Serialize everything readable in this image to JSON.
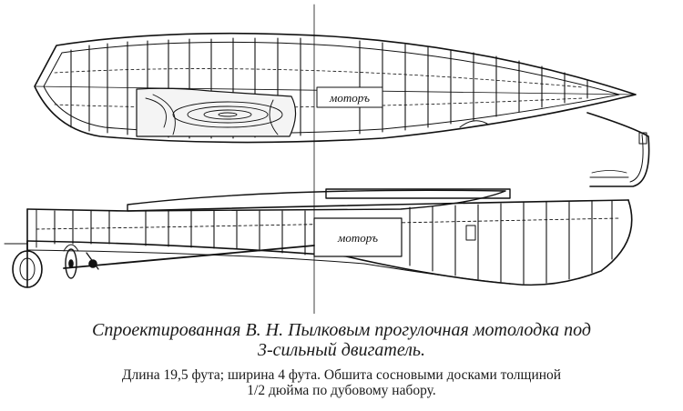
{
  "labels": {
    "motor_top": "моторъ",
    "motor_side": "моторъ"
  },
  "caption": {
    "title_line1": "Спроектированная В. Н. Пылковым прогулочная мотолодка под",
    "title_line2": "3-сильный двигатель.",
    "desc_line1": "Длина 19,5 фута; ширина 4 фута. Обшита сосновыми досками толщиной",
    "desc_line2": "1/2 дюйма по дубовому набору."
  }
}
